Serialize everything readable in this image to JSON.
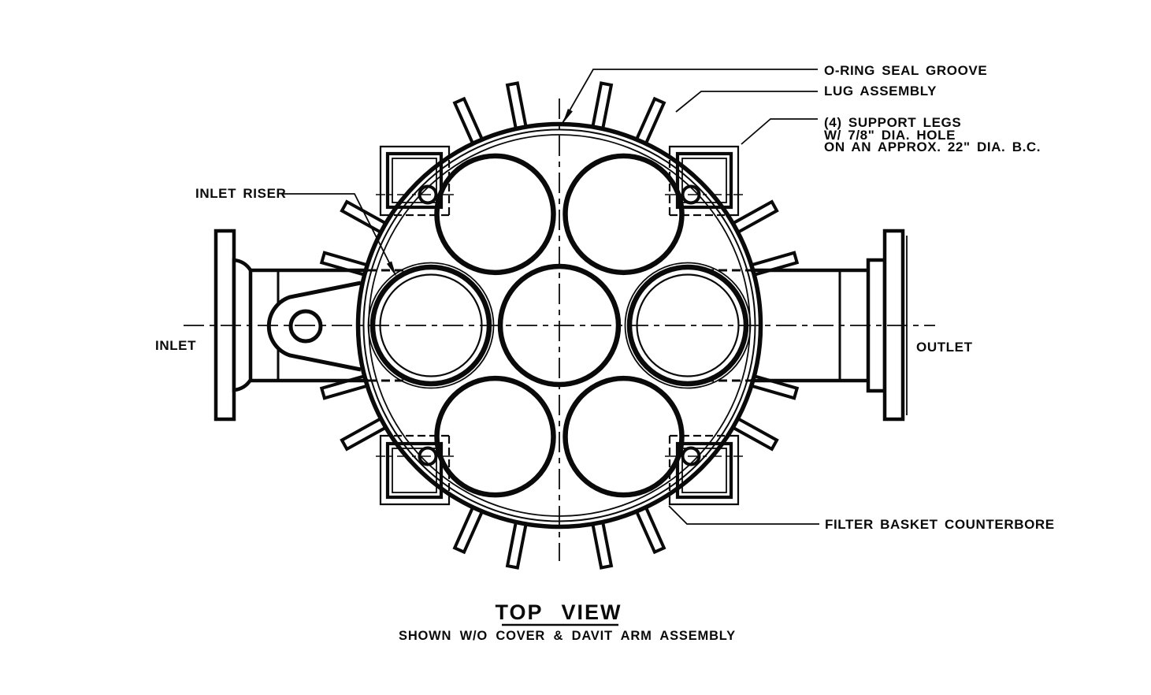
{
  "callouts": {
    "oring_seal_groove": "O-RING SEAL GROOVE",
    "lug_assembly": "LUG ASSEMBLY",
    "support_legs_line1": "(4) SUPPORT LEGS",
    "support_legs_line2": "W/ 7/8\" DIA. HOLE",
    "support_legs_line3": "ON AN APPROX. 22\" DIA. B.C.",
    "inlet_riser": "INLET RISER",
    "filter_basket_counterbore": "FILTER BASKET COUNTERBORE"
  },
  "ports": {
    "inlet": "INLET",
    "outlet": "OUTLET"
  },
  "title_block": {
    "title": "TOP VIEW",
    "subtitle": "SHOWN W/O COVER & DAVIT ARM ASSEMBLY"
  },
  "colors": {
    "ink": "#0a0a0a",
    "paper": "#ffffff"
  }
}
